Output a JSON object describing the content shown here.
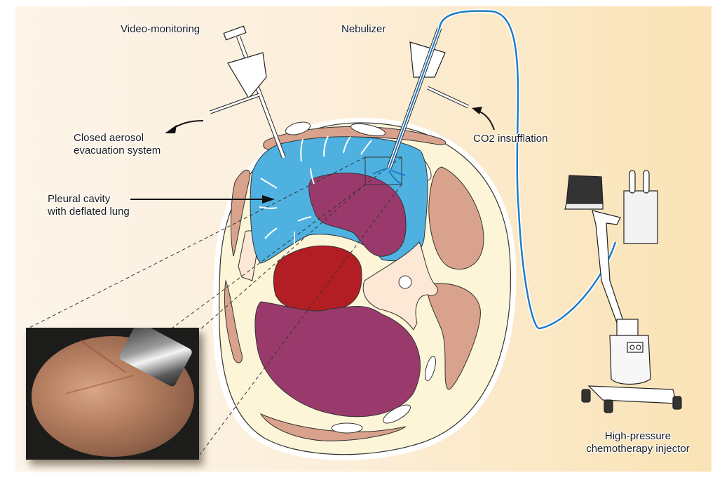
{
  "figure": {
    "type": "medical-illustration",
    "subject": "Pressurized intrathoracic aerosol chemotherapy setup (thoracic cross-section)"
  },
  "labels": {
    "video_monitoring": "Video-monitoring",
    "nebulizer": "Nebulizer",
    "closed_aerosol_line1": "Closed aerosol",
    "closed_aerosol_line2": "evacuation system",
    "co2_insufflation": "CO2 insufflation",
    "pleural_cavity_line1": "Pleural cavity",
    "pleural_cavity_line2": "with deflated lung",
    "injector_line1": "High-pressure",
    "injector_line2": "chemotherapy injector"
  },
  "icons": {
    "trocar_left": "video-trocar-icon",
    "trocar_right": "nebulizer-trocar-icon",
    "injector": "injector-machine-icon",
    "endoscopic_photo": "endoscopic-view-image"
  },
  "colors": {
    "background_left": "#fdf5ea",
    "background_right": "#fae3b5",
    "pleural_cavity": "#4fb1e0",
    "lung": "#9a3a6c",
    "heart": "#b21e23",
    "spine": "#fde8d6",
    "muscle": "#d9a28c",
    "body_fill": "#fdf5d8",
    "tubing": "#1f7cc4"
  }
}
